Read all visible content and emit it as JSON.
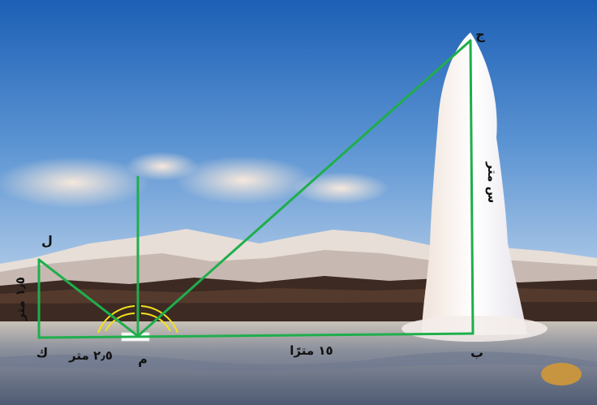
{
  "points": {
    "top_of_geyser": "ج",
    "base_of_geyser": "ب",
    "mirror": "م",
    "observer_foot": "ك",
    "observer_eye": "ل"
  },
  "measurements": {
    "geyser_height": "س متر",
    "observer_height": "١٫٥ متر",
    "observer_to_mirror": "٢٫٥ متر",
    "mirror_to_geyser": "١٥ مترًا"
  },
  "colors": {
    "triangle_lines": "#1fae4c",
    "angle_marks": "#f2e21a",
    "sky_top": "#1f63b8",
    "sky_bottom": "#8fb7e0"
  }
}
